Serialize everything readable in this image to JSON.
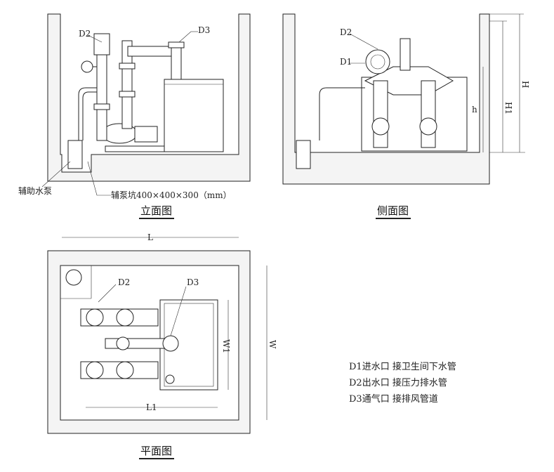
{
  "elevation": {
    "title": "立面图",
    "label_d2": "D2",
    "label_d3": "D3",
    "aux_pump": "辅助水泵",
    "aux_pit": "辅泵坑400×400×300（mm）"
  },
  "side": {
    "title": "侧面图",
    "label_d2": "D2",
    "label_d1": "D1",
    "dim_h": "h",
    "dim_h1": "H1",
    "dim_H": "H"
  },
  "plan": {
    "title": "平面图",
    "dim_L": "L",
    "dim_W": "W",
    "dim_L1": "L1",
    "dim_W1": "W1",
    "label_d2": "D2",
    "label_d3": "D3"
  },
  "legend": [
    "D1进水口  接卫生间下水管",
    "D2出水口  接压力排水管",
    "D3通气口  接排风管道"
  ]
}
